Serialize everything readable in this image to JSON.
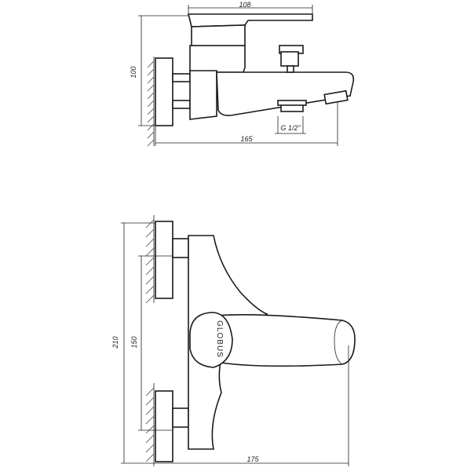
{
  "dims": {
    "top_width": "108",
    "top_height": "100",
    "top_length": "165",
    "thread": "G 1/2\"",
    "bottom_height": "210",
    "bottom_spacing": "150",
    "bottom_length": "175"
  },
  "brand": "GLOBUS"
}
